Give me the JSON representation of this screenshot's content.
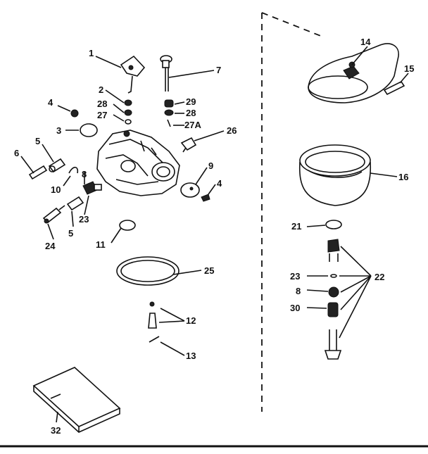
{
  "labels": {
    "l1": "1",
    "l2": "2",
    "l3": "3",
    "l4a": "4",
    "l4b": "4",
    "l5a": "5",
    "l5b": "5",
    "l6": "6",
    "l7": "7",
    "l8a": "8",
    "l8b": "8",
    "l9": "9",
    "l10": "10",
    "l11": "11",
    "l12": "12",
    "l13": "13",
    "l14": "14",
    "l15": "15",
    "l16": "16",
    "l21": "21",
    "l22": "22",
    "l23a": "23",
    "l23b": "23",
    "l24": "24",
    "l25": "25",
    "l26": "26",
    "l27": "27",
    "l27a": "27A",
    "l28a": "28",
    "l28b": "28",
    "l29": "29",
    "l30": "30",
    "l32": "32"
  }
}
